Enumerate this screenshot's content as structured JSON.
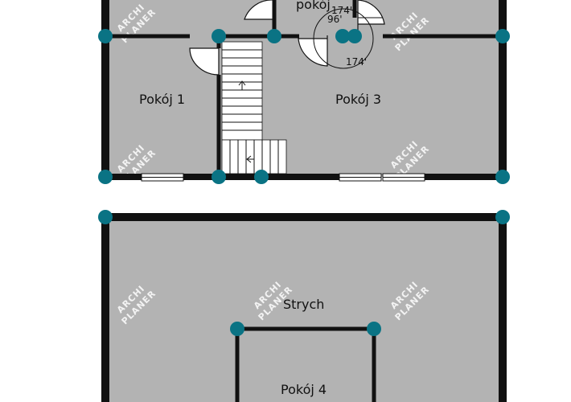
{
  "rooms": {
    "top_partial": "pokój",
    "room1": "Pokój 1",
    "room3": "Pokój 3",
    "attic": "Strych",
    "room4": "Pokój 4"
  },
  "dimensions": {
    "d1": "174'",
    "d2": "96'",
    "d3": "174'"
  },
  "watermark": {
    "line1": "ARCHI",
    "line2": "PLANER"
  },
  "colors": {
    "room_fill": "#b3b3b3",
    "wall": "#111111",
    "node": "#0a7384",
    "background": "#ffffff"
  }
}
